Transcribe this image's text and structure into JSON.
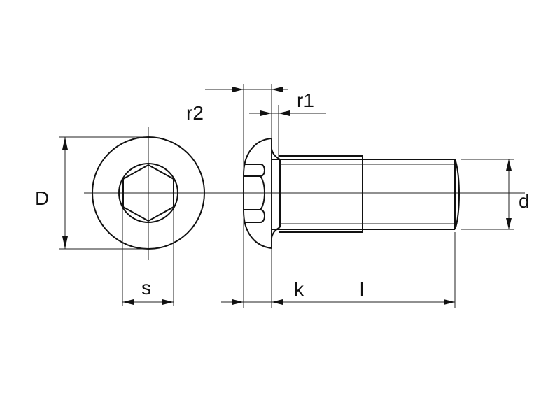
{
  "diagram": {
    "type": "technical-drawing",
    "subject": "button head hex socket screw",
    "views": [
      "end-view",
      "side-view"
    ],
    "line_color": "#111111",
    "background": "#ffffff"
  },
  "labels": {
    "D": "D",
    "s": "s",
    "r2": "r2",
    "r1": "r1",
    "k": "k",
    "l": "l",
    "d": "d"
  }
}
